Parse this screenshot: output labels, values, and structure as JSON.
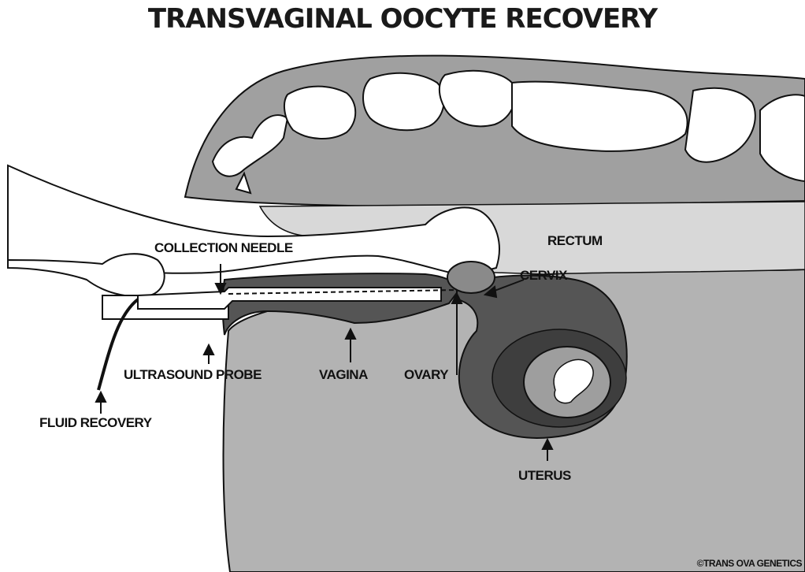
{
  "title": "TRANSVAGINAL OOCYTE RECOVERY",
  "labels": {
    "collection_needle": "COLLECTION NEEDLE",
    "rectum": "RECTUM",
    "cervix": "CERVIX",
    "ultrasound_probe": "ULTRASOUND PROBE",
    "vagina": "VAGINA",
    "ovary": "OVARY",
    "fluid_recovery": "FLUID RECOVERY",
    "uterus": "UTERUS"
  },
  "copyright": "©TRANS OVA GENETICS",
  "colors": {
    "body": "#b3b3b3",
    "spine_region": "#a0a0a0",
    "rectum": "#d8d8d8",
    "reproductive_tract": "#555555",
    "uterus_inner": "#3e3e3e",
    "ovary": "#8a8a8a",
    "outline": "#111111"
  }
}
